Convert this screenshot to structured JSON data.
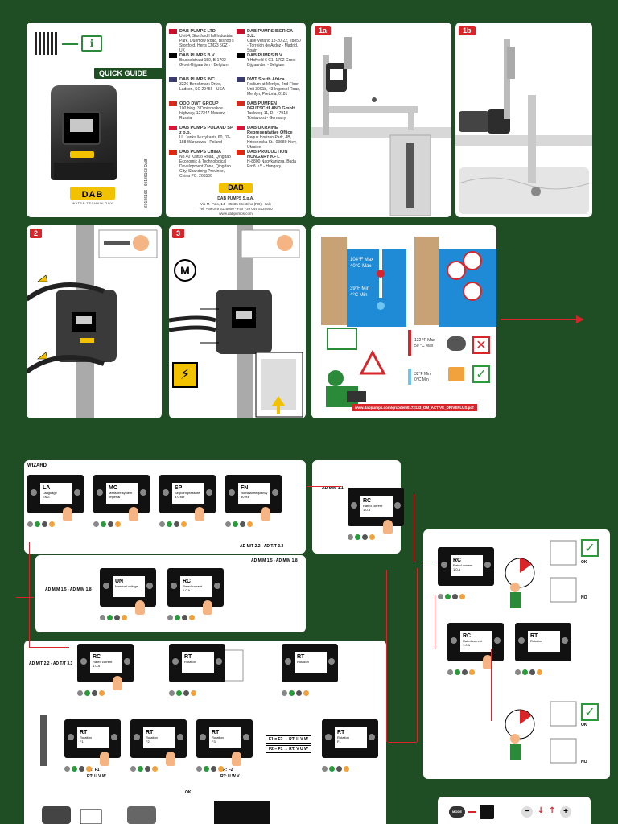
{
  "cover": {
    "title": "QUICK GUIDE",
    "brand": "DAB",
    "brand_sub": "WATER TECHNOLOGY",
    "doc_code": "60186166 - 60186163 DAB",
    "company": "DAB PUMPS S.p.A.",
    "address": "Via M. Polo, 14 - 35035 Mestrino (PD) - Italy",
    "phone": "Tel. +39 049 5125000 - Fax +39 049 5125950",
    "web": "www.dabpumps.com"
  },
  "contacts_left": [
    {
      "name": "DAB PUMPS LTD.",
      "text": "Unit 4, Stortford Hall Industrial Park, Dunmow Road, Bishop's Stortford, Herts CM23 5GZ - UK"
    },
    {
      "name": "DAB PUMPS B.V.",
      "text": "Brusselstraat 150, B-1702 Groot-Bijgaarden - Belgium"
    },
    {
      "name": "DAB PUMPS INC.",
      "text": "3226 Benchmark Drive, Ladson, SC 29456 - USA"
    },
    {
      "name": "OOO DWT GROUP",
      "text": "100 bldg. 3 Dmitrovskoe highway, 127247 Moscow - Russia"
    },
    {
      "name": "DAB PUMPS POLAND SP. z o.o.",
      "text": "Ul. Janka Muzykanta 60, 02-188 Warszawa - Poland"
    },
    {
      "name": "DAB PUMPS CHINA",
      "text": "No.40 Kaituo Road, Qingdao Economic & Technological Development Zone, Qingdao City, Shandong Province, China PC: 266500"
    }
  ],
  "contacts_right": [
    {
      "name": "DAB PUMPS IBERICA S.L.",
      "text": "Calle Verano 18-20-22, 28850 - Torrejón de Ardoz - Madrid, Spain"
    },
    {
      "name": "DAB PUMPS B.V.",
      "text": "'t Hofveld 6 C1, 1702 Groot Bijgaarden - Belgium"
    },
    {
      "name": "DWT South Africa",
      "text": "Podium at Menlyn, 2nd Floor, Unit 3001b, 43 Ingersol Road, Menlyn, Pretoria, 0181"
    },
    {
      "name": "DAB PUMPEN DEUTSCHLAND GmbH",
      "text": "Tackweg 11, D - 47918 Tönisvorst - Germany"
    },
    {
      "name": "DAB UKRAINE Representative Office",
      "text": "Regus Horizon Park, 4B, Hrinchenka St., 03680 Kiev, Ukraine"
    },
    {
      "name": "DAB PRODUCTION HUNGARY KFT.",
      "text": "H-8800 Nagykanizsa, Buda Ernő u.5 - Hungary"
    }
  ],
  "install": {
    "step_1a": "1a",
    "step_1b": "1b",
    "step_2": "2",
    "step_3": "3",
    "motor_label": "M",
    "temp_max_f": "104°F Max",
    "temp_max_c": "40°C Max",
    "temp_min_f": "39°F Min",
    "temp_min_c": "4°C Min",
    "amb_max_f": "122 °F Max",
    "amb_max_c": "50 °C Max",
    "amb_min_f": "32°F Min",
    "amb_min_c": "0°C Min",
    "url": "www.dabpumps.com/qrcode/60172133_OM_ACTIVE_DRIVEPLUS.pdf"
  },
  "wizard": {
    "title": "WIZARD",
    "screens_row1": [
      {
        "code": "LA",
        "sub": "Language",
        "val": "ENG"
      },
      {
        "code": "MO",
        "sub": "Measure system",
        "val": "Imperial"
      },
      {
        "code": "SP",
        "sub": "Setpoint pressure",
        "val": "3.0 bar"
      },
      {
        "code": "FN",
        "sub": "Nominal frequency",
        "val": "50 Hz"
      }
    ],
    "ad_mm": {
      "label": "AD M/M 1.1",
      "code": "RC",
      "sub": "Rated current",
      "val": "1.0 A"
    },
    "path_mt": "AD M/T 2.2 - AD T/T 3.3",
    "path_mm15": "AD M/M 1.5 - AD M/M 1.8",
    "screens_row2": [
      {
        "code": "UN",
        "sub": "Nominal voltage",
        "val": ""
      },
      {
        "code": "RC",
        "sub": "Rated current",
        "val": "1.0 A"
      }
    ],
    "path_mt2": "AD M/T 2.2 - AD T/T 3.3",
    "screens_row3": [
      {
        "code": "RC",
        "sub": "Rated current",
        "val": "1.0 A"
      },
      {
        "code": "RT",
        "sub": "Rotation",
        "val": ""
      },
      {
        "code": "RT",
        "sub": "Rotation",
        "val": ""
      }
    ],
    "screens_row4": [
      {
        "code": "RT",
        "sub": "Rotation",
        "val": "F1"
      },
      {
        "code": "RT",
        "sub": "Rotation",
        "val": "F2"
      },
      {
        "code": "RT",
        "sub": "Rotation",
        "val": "F3"
      },
      {
        "code": "RT",
        "sub": "Rotation",
        "val": "F1"
      }
    ],
    "fr_f1": "FR: F1",
    "rt_uvw": "RT: U V W",
    "fr_f2": "FR: F2",
    "rt_uwv": "RT: U W V",
    "rule1": "F1 = F2 → RT: U V W",
    "rule2": "F2 = F1 → RT: V U W",
    "ok": "OK",
    "no": "NO",
    "ok2": "OK",
    "no2": "NO",
    "ok3": "OK",
    "menu_label": "MODE",
    "minus": "−",
    "plus": "+"
  }
}
